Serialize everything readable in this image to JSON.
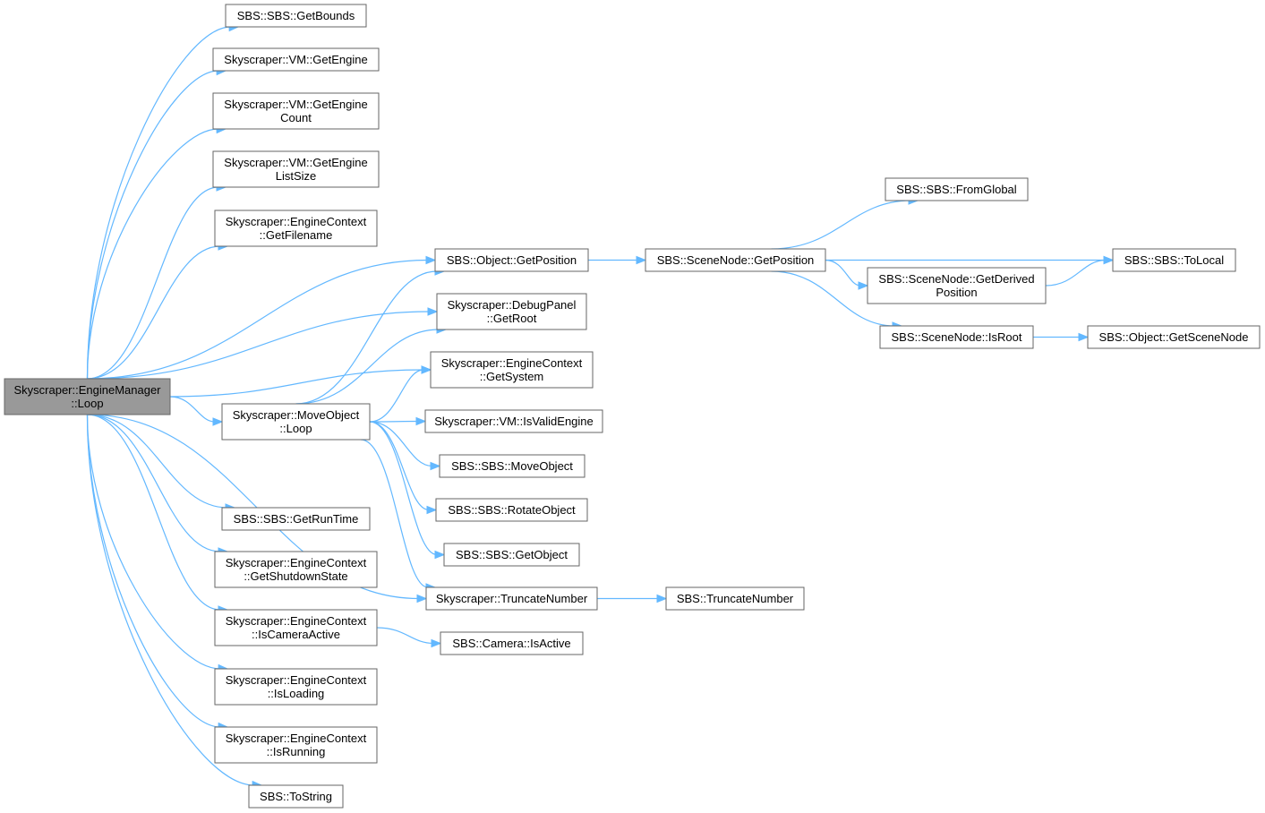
{
  "graph": {
    "colors": {
      "edge": "#63b8ff",
      "node_border": "#666666",
      "root_fill": "#999999",
      "node_fill": "#ffffff"
    },
    "nodes": [
      {
        "id": "root",
        "lines": [
          "Skyscraper::EngineManager",
          "::Loop"
        ],
        "root": true
      },
      {
        "id": "getbounds",
        "lines": [
          "SBS::SBS::GetBounds"
        ]
      },
      {
        "id": "getengine",
        "lines": [
          "Skyscraper::VM::GetEngine"
        ]
      },
      {
        "id": "getenginecount",
        "lines": [
          "Skyscraper::VM::GetEngine",
          "Count"
        ]
      },
      {
        "id": "getenginelistsize",
        "lines": [
          "Skyscraper::VM::GetEngine",
          "ListSize"
        ]
      },
      {
        "id": "getfilename",
        "lines": [
          "Skyscraper::EngineContext",
          "::GetFilename"
        ]
      },
      {
        "id": "objgetposition",
        "lines": [
          "SBS::Object::GetPosition"
        ]
      },
      {
        "id": "debuggetroot",
        "lines": [
          "Skyscraper::DebugPanel",
          "::GetRoot"
        ]
      },
      {
        "id": "getsystem",
        "lines": [
          "Skyscraper::EngineContext",
          "::GetSystem"
        ]
      },
      {
        "id": "moveobjloop",
        "lines": [
          "Skyscraper::MoveObject",
          "::Loop"
        ]
      },
      {
        "id": "isvalidengine",
        "lines": [
          "Skyscraper::VM::IsValidEngine"
        ]
      },
      {
        "id": "sbsmoveobject",
        "lines": [
          "SBS::SBS::MoveObject"
        ]
      },
      {
        "id": "rotateobject",
        "lines": [
          "SBS::SBS::RotateObject"
        ]
      },
      {
        "id": "getobject",
        "lines": [
          "SBS::SBS::GetObject"
        ]
      },
      {
        "id": "getruntime",
        "lines": [
          "SBS::SBS::GetRunTime"
        ]
      },
      {
        "id": "truncnumber",
        "lines": [
          "Skyscraper::TruncateNumber"
        ]
      },
      {
        "id": "sbstruncnumber",
        "lines": [
          "SBS::TruncateNumber"
        ]
      },
      {
        "id": "getshutdownstate",
        "lines": [
          "Skyscraper::EngineContext",
          "::GetShutdownState"
        ]
      },
      {
        "id": "iscameraactive",
        "lines": [
          "Skyscraper::EngineContext",
          "::IsCameraActive"
        ]
      },
      {
        "id": "cameraisactive",
        "lines": [
          "SBS::Camera::IsActive"
        ]
      },
      {
        "id": "isloading",
        "lines": [
          "Skyscraper::EngineContext",
          "::IsLoading"
        ]
      },
      {
        "id": "isrunning",
        "lines": [
          "Skyscraper::EngineContext",
          "::IsRunning"
        ]
      },
      {
        "id": "tostring",
        "lines": [
          "SBS::ToString"
        ]
      },
      {
        "id": "scenegetposition",
        "lines": [
          "SBS::SceneNode::GetPosition"
        ]
      },
      {
        "id": "fromglobal",
        "lines": [
          "SBS::SBS::FromGlobal"
        ]
      },
      {
        "id": "tolocal",
        "lines": [
          "SBS::SBS::ToLocal"
        ]
      },
      {
        "id": "getderivedposition",
        "lines": [
          "SBS::SceneNode::GetDerived",
          "Position"
        ]
      },
      {
        "id": "isroot",
        "lines": [
          "SBS::SceneNode::IsRoot"
        ]
      },
      {
        "id": "getscenenode",
        "lines": [
          "SBS::Object::GetSceneNode"
        ]
      }
    ],
    "edges": [
      [
        "root",
        "getbounds"
      ],
      [
        "root",
        "getengine"
      ],
      [
        "root",
        "getenginecount"
      ],
      [
        "root",
        "getenginelistsize"
      ],
      [
        "root",
        "getfilename"
      ],
      [
        "root",
        "objgetposition"
      ],
      [
        "root",
        "debuggetroot"
      ],
      [
        "root",
        "getsystem"
      ],
      [
        "root",
        "moveobjloop"
      ],
      [
        "root",
        "getruntime"
      ],
      [
        "root",
        "truncnumber"
      ],
      [
        "root",
        "getshutdownstate"
      ],
      [
        "root",
        "iscameraactive"
      ],
      [
        "root",
        "isloading"
      ],
      [
        "root",
        "isrunning"
      ],
      [
        "root",
        "tostring"
      ],
      [
        "moveobjloop",
        "objgetposition"
      ],
      [
        "moveobjloop",
        "debuggetroot"
      ],
      [
        "moveobjloop",
        "getsystem"
      ],
      [
        "moveobjloop",
        "isvalidengine"
      ],
      [
        "moveobjloop",
        "sbsmoveobject"
      ],
      [
        "moveobjloop",
        "rotateobject"
      ],
      [
        "moveobjloop",
        "getobject"
      ],
      [
        "moveobjloop",
        "truncnumber"
      ],
      [
        "objgetposition",
        "scenegetposition"
      ],
      [
        "scenegetposition",
        "fromglobal"
      ],
      [
        "scenegetposition",
        "tolocal"
      ],
      [
        "scenegetposition",
        "getderivedposition"
      ],
      [
        "scenegetposition",
        "isroot"
      ],
      [
        "getderivedposition",
        "tolocal"
      ],
      [
        "isroot",
        "getscenenode"
      ],
      [
        "truncnumber",
        "sbstruncnumber"
      ],
      [
        "iscameraactive",
        "cameraisactive"
      ]
    ]
  }
}
